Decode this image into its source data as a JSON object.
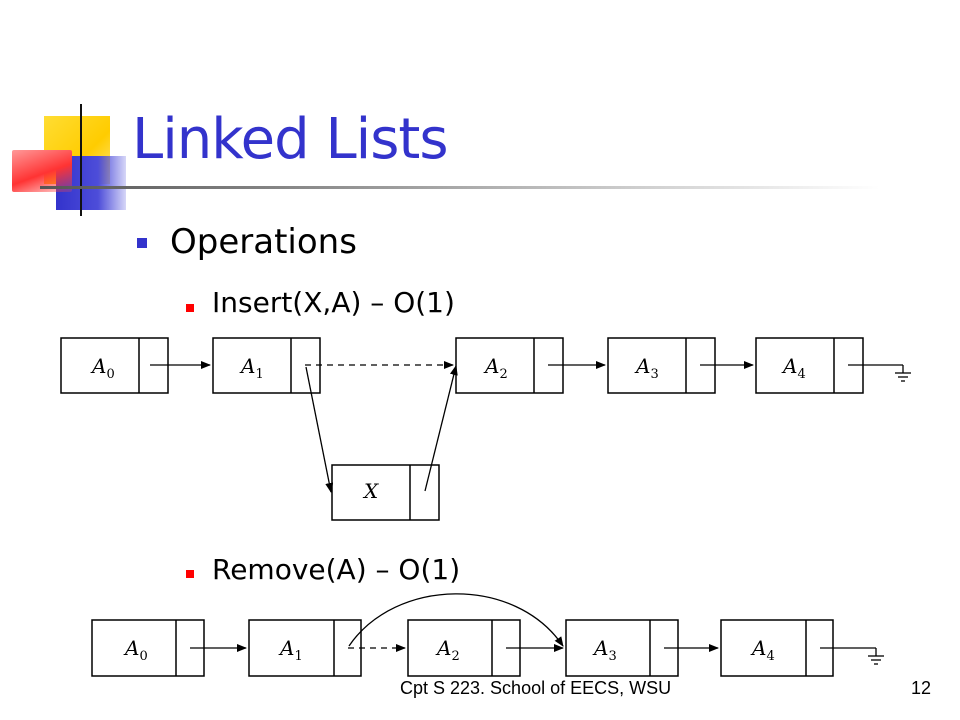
{
  "slide": {
    "title": "Linked Lists",
    "bullet1": "Operations",
    "bullet2a": "Insert(X,A) – O(1)",
    "bullet2b": "Remove(A) – O(1)",
    "footer_text": "Cpt S 223. School of EECS, WSU",
    "page_number": "12"
  },
  "insert_diagram": {
    "nodes": [
      {
        "base": "A",
        "sub": "0"
      },
      {
        "base": "A",
        "sub": "1"
      },
      {
        "base": "A",
        "sub": "2"
      },
      {
        "base": "A",
        "sub": "3"
      },
      {
        "base": "A",
        "sub": "4"
      }
    ],
    "new_node": {
      "base": "X",
      "sub": ""
    }
  },
  "remove_diagram": {
    "nodes": [
      {
        "base": "A",
        "sub": "0"
      },
      {
        "base": "A",
        "sub": "1"
      },
      {
        "base": "A",
        "sub": "2"
      },
      {
        "base": "A",
        "sub": "3"
      },
      {
        "base": "A",
        "sub": "4"
      }
    ]
  },
  "colors": {
    "title": "#3333cc",
    "bullet_level1": "#3333cc",
    "bullet_level2": "#ff0000",
    "deco_yellow": "#ffcc00",
    "deco_blue": "#3333cc",
    "deco_red": "#ff3333"
  }
}
